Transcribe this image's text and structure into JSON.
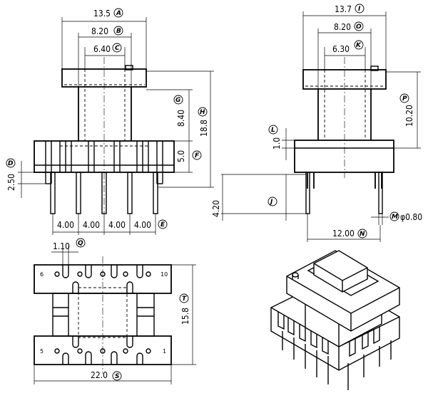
{
  "front_view": {
    "dims": [
      {
        "value": "13.5",
        "label": "A"
      },
      {
        "value": "8.20",
        "label": "B"
      },
      {
        "value": "6.40",
        "label": "C"
      },
      {
        "value": "8.40",
        "label": "G"
      },
      {
        "value": "18.8",
        "label": "H"
      },
      {
        "value": "5.0",
        "label": "F"
      },
      {
        "value": "2.50",
        "label": "D"
      }
    ],
    "pitch": [
      "4.00",
      "4.00",
      "4.00",
      "4.00"
    ],
    "pitch_label": "E"
  },
  "side_view": {
    "dims": [
      {
        "value": "13.7",
        "label": "I"
      },
      {
        "value": "8.20",
        "label": "O"
      },
      {
        "value": "6.30",
        "label": "K"
      },
      {
        "value": "10.20",
        "label": "P"
      },
      {
        "value": "1.0",
        "label": "L"
      },
      {
        "value": "4.20",
        "label": "J"
      },
      {
        "value": "φ0.80",
        "label": "M"
      },
      {
        "value": "12.00",
        "label": "N"
      }
    ]
  },
  "bottom_view": {
    "dims": [
      {
        "value": "1.10",
        "label": "Q"
      },
      {
        "value": "15.8",
        "label": "T"
      },
      {
        "value": "22.0",
        "label": "S"
      }
    ],
    "pins": [
      "6",
      "10",
      "5",
      "1"
    ]
  }
}
